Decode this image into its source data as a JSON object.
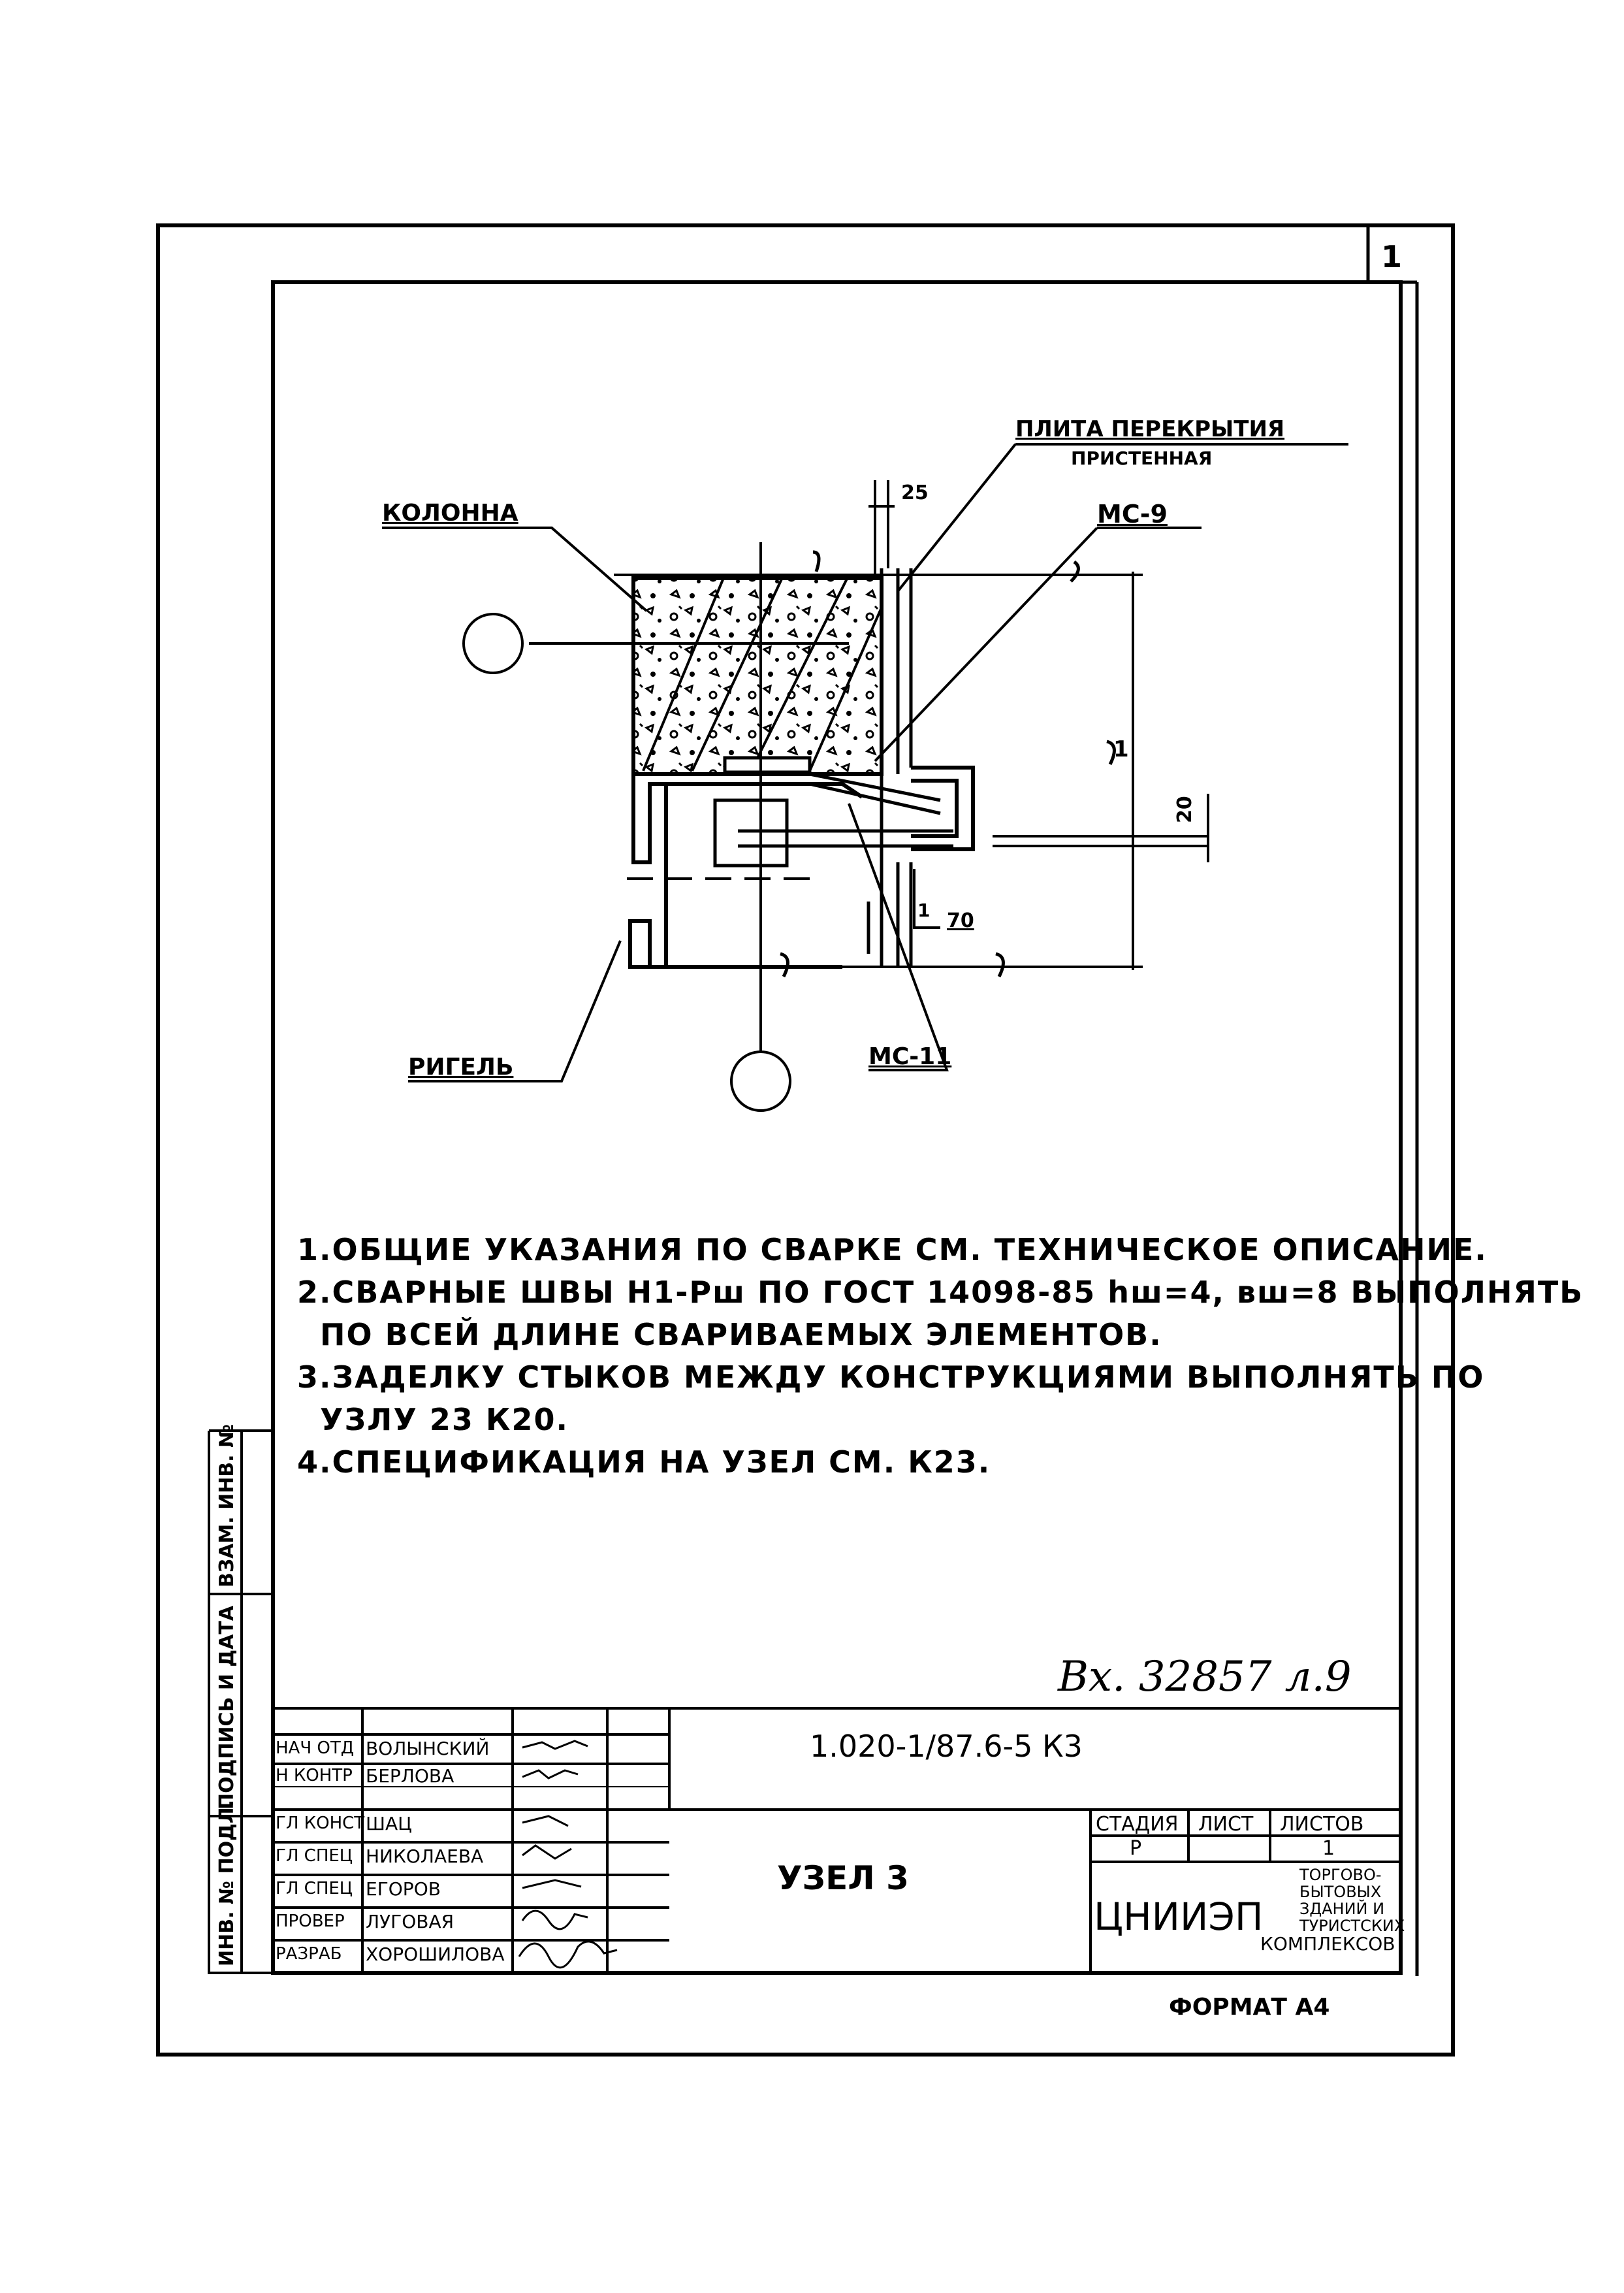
{
  "sheet": {
    "number": "1",
    "format_label": "ФОРМАТ А4"
  },
  "drawing": {
    "labels": {
      "column": "КОЛОННА",
      "slab_line1": "ПЛИТА ПЕРЕКРЫТИЯ",
      "slab_line2": "ПРИСТЕННАЯ",
      "mc9": "МС-9",
      "mc11": "МС-11",
      "beam": "РИГЕЛЬ",
      "dim_25": "25",
      "dim_20": "20",
      "dim_70": "70",
      "dim_1a": "1",
      "dim_1b": "1"
    }
  },
  "notes": [
    "1.ОБЩИЕ УКАЗАНИЯ ПО СВАРКЕ СМ. ТЕХНИЧЕСКОЕ ОПИСАНИЕ.",
    "2.СВАРНЫЕ ШВЫ Н1-Рш ПО ГОСТ 14098-85 hш=4, вш=8 ВЫПОЛНЯТЬ",
    "ПО ВСЕЙ ДЛИНЕ СВАРИВАЕМЫХ ЭЛЕМЕНТОВ.",
    "3.ЗАДЕЛКУ СТЫКОВ МЕЖДУ КОНСТРУКЦИЯМИ ВЫПОЛНЯТЬ ПО",
    "УЗЛУ 23 К20.",
    "4.СПЕЦИФИКАЦИЯ НА УЗЕЛ СМ. К23."
  ],
  "inventory_stamp": "Вх. 32857 л.9",
  "side_columns": [
    "ИНВ. № ПОДЛ.",
    "ПОДПИСЬ И ДАТА",
    "ВЗАМ. ИНВ. №"
  ],
  "title_block": {
    "document_code": "1.020-1/87.6-5   К3",
    "sheet_title": "УЗЕЛ 3",
    "stage_header": "СТАДИЯ",
    "sheet_header": "ЛИСТ",
    "sheets_header": "ЛИСТОВ",
    "stage_value": "Р",
    "sheets_value": "1",
    "org_name": "ЦНИИЭП",
    "org_sub": [
      "ТОРГОВО-",
      "БЫТОВЫХ",
      "ЗДАНИЙ И",
      "ТУРИСТСКИХ",
      "КОМПЛЕКСОВ"
    ],
    "staff": [
      {
        "role": "НАЧ ОТД",
        "name": "ВОЛЫНСКИЙ"
      },
      {
        "role": "Н КОНТР",
        "name": "БЕРЛОВА"
      },
      {
        "role": "ГЛ КОНСТ",
        "name": "ШАЦ"
      },
      {
        "role": "ГЛ СПЕЦ",
        "name": "НИКОЛАЕВА"
      },
      {
        "role": "ГЛ СПЕЦ",
        "name": "ЕГОРОВ"
      },
      {
        "role": "ПРОВЕР",
        "name": "ЛУГОВАЯ"
      },
      {
        "role": "РАЗРАБ",
        "name": "ХОРОШИЛОВА"
      }
    ]
  }
}
